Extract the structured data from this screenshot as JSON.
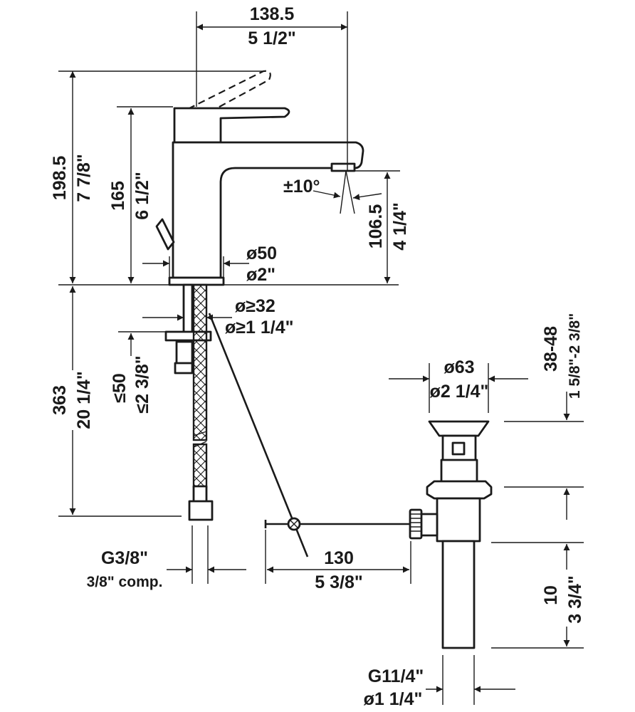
{
  "dimensions": {
    "overall_width": {
      "mm": "138.5",
      "inch": "5 1/2\""
    },
    "overall_height": {
      "mm": "198.5",
      "inch": "7 7/8\""
    },
    "body_height": {
      "mm": "165",
      "inch": "6 1/2\""
    },
    "spout_height": {
      "mm": "106.5",
      "inch": "4 1/4\""
    },
    "spray_angle": "±10°",
    "base_diameter": {
      "mm": "ø50",
      "inch": "ø2\""
    },
    "hole_diameter": {
      "mm": "ø≥32",
      "inch": "ø≥1 1/4\""
    },
    "counter_thickness": {
      "mm": "≤50",
      "inch": "≤2 3/8\""
    },
    "hose_length": {
      "mm": "363",
      "inch": "20 1/4\""
    },
    "connection": {
      "thread": "G3/8\"",
      "comp": "3/8\" comp."
    },
    "rod_offset": {
      "mm": "130",
      "inch": "5 3/8\""
    },
    "drain_flange": {
      "mm": "ø63",
      "inch": "ø2 1/4\""
    },
    "sink_thickness": {
      "mm": "38-48",
      "inch": "1 5/8\"-2 3/8\""
    },
    "tailpiece_length": {
      "mm": "10",
      "inch": "3 3/4\""
    },
    "drain_outlet": {
      "thread": "G11/4\"",
      "inch": "ø1 1/4\""
    }
  }
}
